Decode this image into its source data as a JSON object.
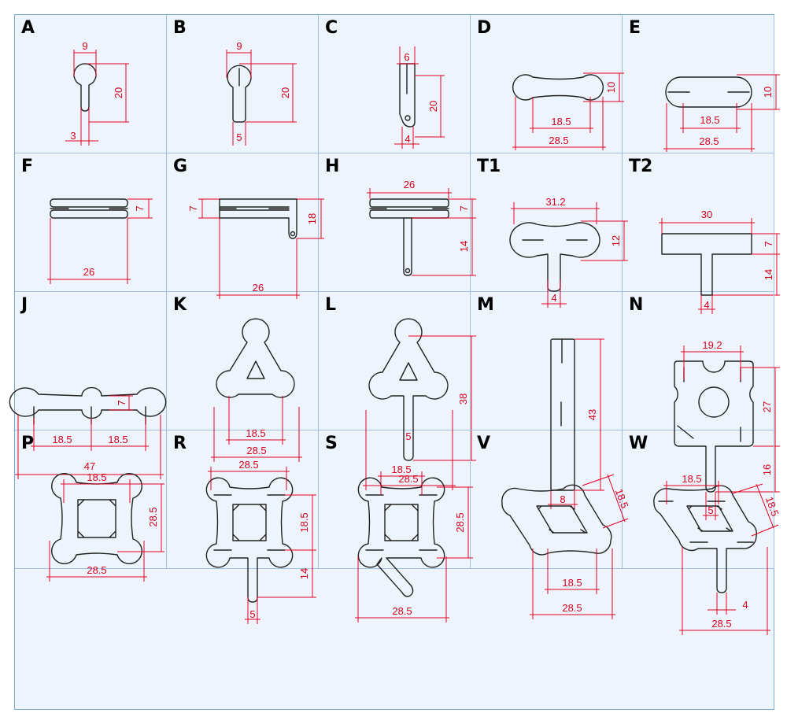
{
  "pieces": [
    {
      "letter": "A",
      "dims": [
        "9",
        "20",
        "3"
      ]
    },
    {
      "letter": "B",
      "dims": [
        "9",
        "20",
        "5"
      ]
    },
    {
      "letter": "C",
      "dims": [
        "6",
        "20",
        "4"
      ]
    },
    {
      "letter": "D",
      "dims": [
        "10",
        "18.5",
        "28.5"
      ]
    },
    {
      "letter": "E",
      "dims": [
        "10",
        "18.5",
        "28.5"
      ]
    },
    {
      "letter": "F",
      "dims": [
        "7",
        "26"
      ]
    },
    {
      "letter": "G",
      "dims": [
        "7",
        "18",
        "26"
      ]
    },
    {
      "letter": "H",
      "dims": [
        "26",
        "7",
        "14"
      ]
    },
    {
      "letter": "T1",
      "dims": [
        "31.2",
        "12",
        "4"
      ]
    },
    {
      "letter": "T2",
      "dims": [
        "30",
        "7",
        "14",
        "4"
      ]
    },
    {
      "letter": "J",
      "dims": [
        "7",
        "18.5",
        "18.5",
        "47"
      ]
    },
    {
      "letter": "K",
      "dims": [
        "18.5",
        "28.5"
      ]
    },
    {
      "letter": "L",
      "dims": [
        "38",
        "5",
        "28.5"
      ]
    },
    {
      "letter": "M",
      "dims": [
        "43",
        "8"
      ]
    },
    {
      "letter": "N",
      "dims": [
        "19.2",
        "27",
        "16",
        "5"
      ]
    },
    {
      "letter": "P",
      "dims": [
        "18.5",
        "28.5",
        "28.5"
      ]
    },
    {
      "letter": "R",
      "dims": [
        "28.5",
        "18.5",
        "14",
        "5"
      ]
    },
    {
      "letter": "S",
      "dims": [
        "18.5",
        "28.5",
        "28.5"
      ]
    },
    {
      "letter": "V",
      "dims": [
        "18.5",
        "18.5",
        "28.5"
      ]
    },
    {
      "letter": "W",
      "dims": [
        "18.5",
        "18.5",
        "4",
        "28.5"
      ]
    }
  ]
}
